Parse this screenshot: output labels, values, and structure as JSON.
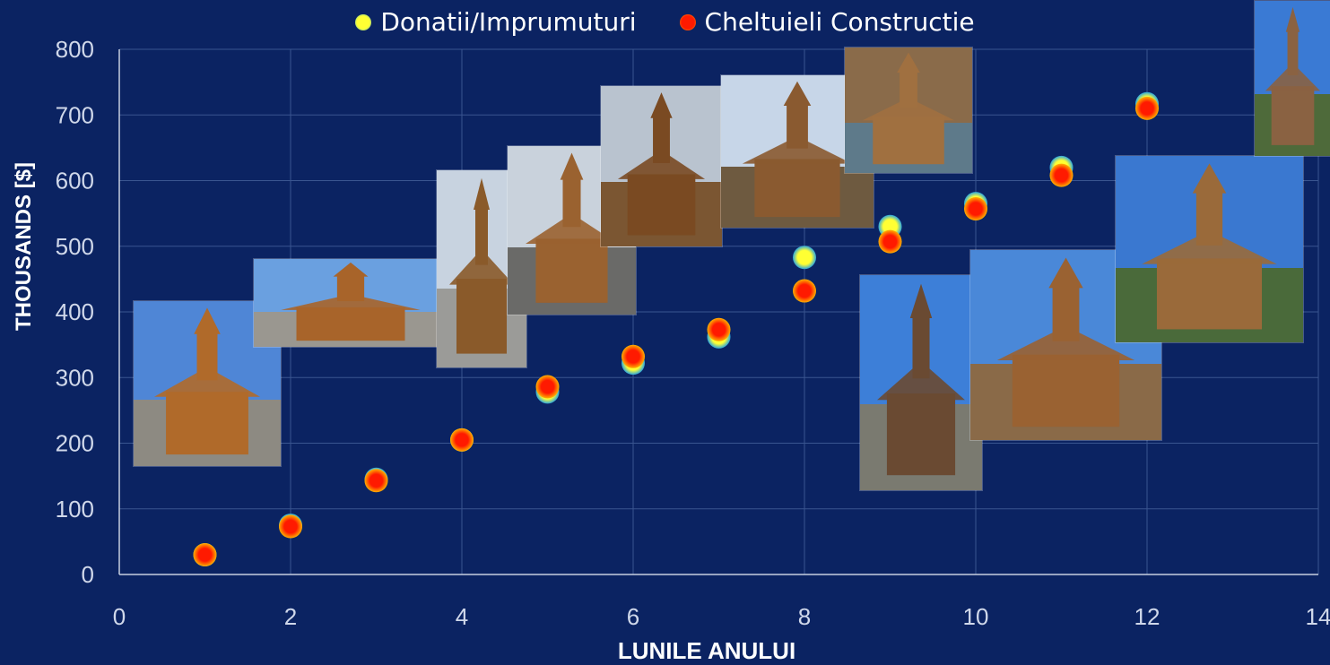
{
  "chart_data": {
    "type": "scatter",
    "xlabel": "LUNILE ANULUI",
    "ylabel": "THOUSANDS [$]",
    "xlim": [
      0,
      14
    ],
    "ylim": [
      0,
      800
    ],
    "x_ticks": [
      "0",
      "2",
      "4",
      "6",
      "8",
      "10",
      "12",
      "14"
    ],
    "y_ticks": [
      "0",
      "100",
      "200",
      "300",
      "400",
      "500",
      "600",
      "700",
      "800"
    ],
    "grid": true,
    "legend_position": "top-center",
    "series": [
      {
        "name": "Donatii/Imprumuturi",
        "color": "#ffff33",
        "edge_color": "#2aa7e0",
        "x": [
          1,
          2,
          3,
          4,
          5,
          6,
          7,
          8,
          9,
          10,
          11,
          12
        ],
        "y": [
          30,
          75,
          145,
          205,
          278,
          322,
          362,
          483,
          530,
          565,
          620,
          717
        ]
      },
      {
        "name": "Cheltuieli Constructie",
        "color": "#ff1a00",
        "edge_color": "#ffb000",
        "x": [
          1,
          2,
          3,
          4,
          5,
          6,
          7,
          8,
          9,
          10,
          11,
          12
        ],
        "y": [
          30,
          73,
          143,
          205,
          286,
          332,
          373,
          432,
          507,
          557,
          608,
          710
        ]
      }
    ]
  },
  "photos": [
    {
      "name": "construction-photo-month-1",
      "sky": "#4f86d6",
      "ground": "#8d8a82",
      "building": "#b06a2a"
    },
    {
      "name": "construction-photo-month-2",
      "sky": "#6aa0e0",
      "ground": "#9a9790",
      "building": "#a8642a"
    },
    {
      "name": "construction-photo-month-3",
      "sky": "#c8d3e0",
      "ground": "#9b9b98",
      "building": "#8a5a2a"
    },
    {
      "name": "construction-photo-month-4",
      "sky": "#c9d2dc",
      "ground": "#6a6a68",
      "building": "#9a6230"
    },
    {
      "name": "construction-photo-month-5",
      "sky": "#b9c3cf",
      "ground": "#7b5632",
      "building": "#7a4a22"
    },
    {
      "name": "construction-photo-month-6",
      "sky": "#c7d6e8",
      "ground": "#6e5a40",
      "building": "#8a5a30"
    },
    {
      "name": "construction-photo-month-7",
      "sky": "#8a6b4a",
      "ground": "#5e7a8a",
      "building": "#a07040"
    },
    {
      "name": "construction-photo-month-8",
      "sky": "#3d7fd8",
      "ground": "#7a7a70",
      "building": "#6a4a32"
    },
    {
      "name": "construction-photo-month-9",
      "sky": "#4a88d8",
      "ground": "#8a6a48",
      "building": "#9a6232"
    },
    {
      "name": "construction-photo-month-10",
      "sky": "#3a78d0",
      "ground": "#4a6a3a",
      "building": "#9a6a3a"
    },
    {
      "name": "construction-photo-month-11",
      "sky": "#3a7ad4",
      "ground": "#4e6a3a",
      "building": "#8a6242"
    }
  ]
}
